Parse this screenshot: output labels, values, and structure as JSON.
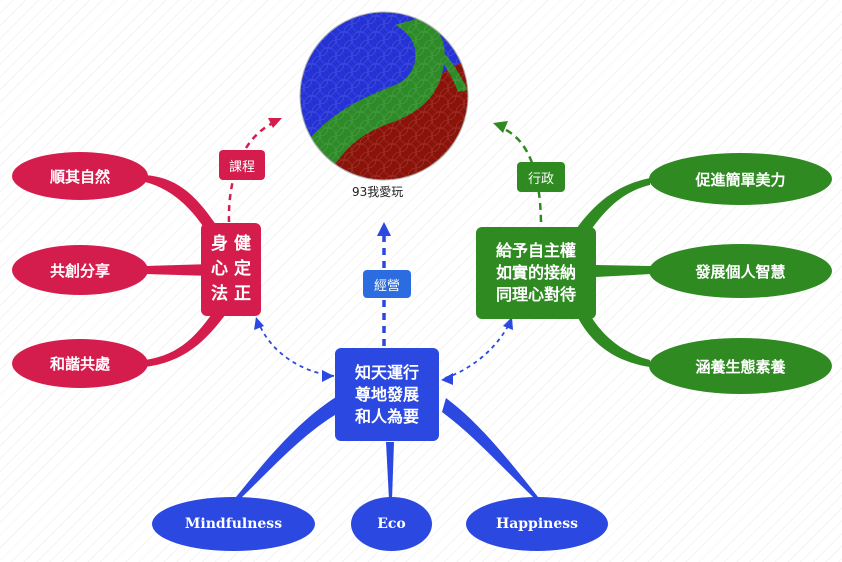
{
  "colors": {
    "red": "#d51d4d",
    "green": "#2f8a22",
    "blue": "#2b48e0",
    "logo_blue": "#2432d6",
    "logo_green": "#2d8b28",
    "logo_darkred": "#8b1309"
  },
  "logo": {
    "caption": "93我愛玩",
    "icon": "yin-yang-logo"
  },
  "edge_labels": {
    "kecheng": "課程",
    "jingying": "經營",
    "xingzheng": "行政"
  },
  "left": {
    "center": "身 健\n心 定\n法 正",
    "leaves": [
      "順其自然",
      "共創分享",
      "和諧共處"
    ]
  },
  "right": {
    "center": "給予自主權\n如實的接納\n同理心對待",
    "leaves": [
      "促進簡單美力",
      "發展個人智慧",
      "涵養生態素養"
    ]
  },
  "bottom": {
    "center": "知天運行\n尊地發展\n和人為要",
    "leaves": [
      "Mindfulness",
      "Eco",
      "Happiness"
    ]
  }
}
